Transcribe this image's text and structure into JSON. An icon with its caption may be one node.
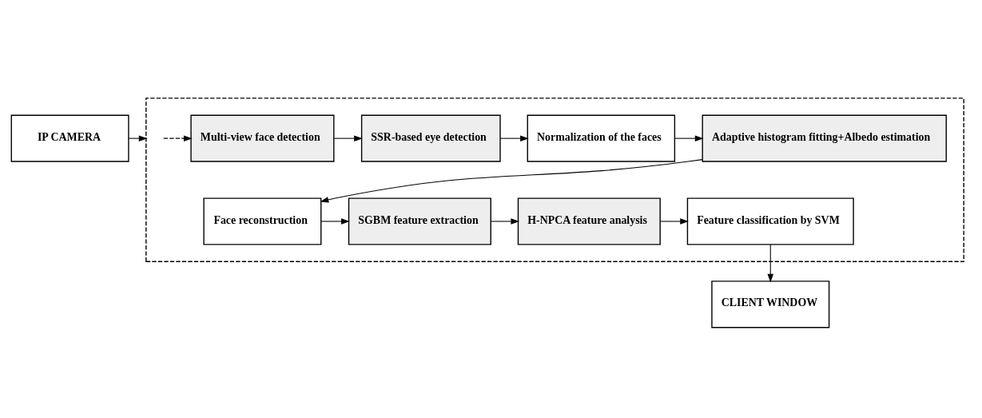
{
  "diagram": {
    "nodes": [
      {
        "text": [
          "IP CAMERA"
        ]
      },
      {
        "text": [],
        "shape": "box"
      },
      {
        "text": [
          "Multi-view face detection"
        ],
        "in": 1
      },
      {
        "text": [
          "SSR-based eye detection"
        ],
        "in": 1
      },
      {
        "text": [
          "Normalization of the faces"
        ],
        "in": 1
      },
      {
        "text": [
          "Adaptive histogram fitting+Albedo estimation"
        ],
        "in": 1
      },
      {
        "text": [
          "Face reconstruction"
        ],
        "in": 1
      },
      {
        "text": [
          "SGBM feature extraction"
        ],
        "in": 1
      },
      {
        "text": [
          "H-NPCA feature analysis"
        ],
        "in": 1
      },
      {
        "text": [
          "Feature classification by SVM"
        ],
        "in": 1
      },
      {
        "text": [
          "CLIENT WINDOW"
        ]
      }
    ],
    "edges": [
      {
        "from": 0,
        "to": 1,
        "arrow": "to"
      },
      {
        "from": 1,
        "to": 2,
        "arrow": "to",
        "style": "dashed"
      },
      {
        "from": 2,
        "to": 3,
        "arrow": "to"
      },
      {
        "from": 3,
        "to": 4,
        "arrow": "to"
      },
      {
        "from": 4,
        "to": 5,
        "arrow": "to"
      },
      {
        "from": 5,
        "to": 6,
        "arrow": "to"
      },
      {
        "from": 6,
        "to": 7,
        "arrow": "to"
      },
      {
        "from": 7,
        "to": 8,
        "arrow": "to"
      },
      {
        "from": 8,
        "to": 9,
        "arrow": "to"
      },
      {
        "from": 9,
        "to": 10,
        "arrow": "to"
      }
    ]
  }
}
